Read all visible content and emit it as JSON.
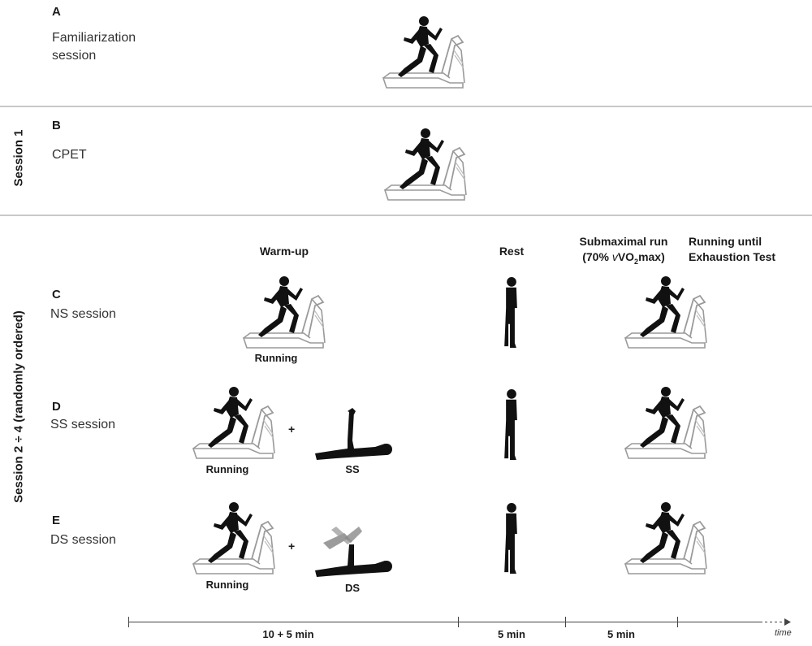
{
  "rows": {
    "a": {
      "letter": "A",
      "label_line1": "Familiarization",
      "label_line2": "session"
    },
    "b": {
      "letter": "B",
      "label": "CPET"
    },
    "c": {
      "letter": "C",
      "label": "NS session"
    },
    "d": {
      "letter": "D",
      "label": "SS session"
    },
    "e": {
      "letter": "E",
      "label": "DS session"
    }
  },
  "side_labels": {
    "session1": "Session  1",
    "sessions24": "Session 2 ÷ 4 (randomly ordered)"
  },
  "headers": {
    "warmup": "Warm-up",
    "rest": "Rest",
    "submax_line1": "Submaximal run",
    "submax_line2_prefix": "(70% ",
    "submax_line2_v": "v",
    "submax_line2_vo": "VO",
    "submax_line2_sub": "2",
    "submax_line2_suffix": "max)",
    "exhaustion_line1": "Running until",
    "exhaustion_line2": "Exhaustion Test"
  },
  "captions": {
    "running": "Running",
    "ss": "SS",
    "ds": "DS",
    "plus": "+"
  },
  "timeline": {
    "seg1": "10 + 5 min",
    "seg2": "5 min",
    "seg3": "5 min",
    "end": "time"
  },
  "colors": {
    "figure": "#111111",
    "ghost": "#8a8a8a",
    "divider": "#c9c9c9",
    "treadmill": "#9a9a9a"
  }
}
